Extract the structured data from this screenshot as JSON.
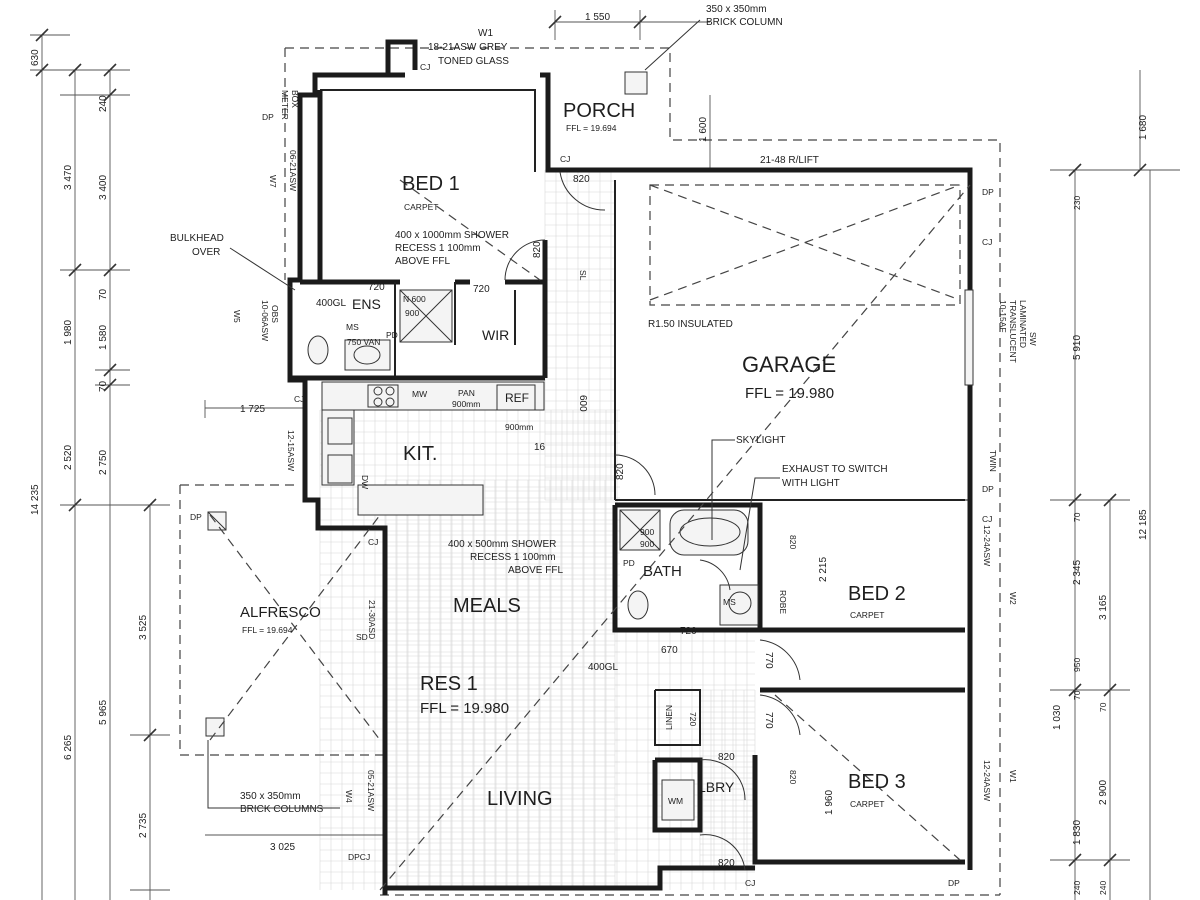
{
  "rooms": {
    "bed1": "BED 1",
    "bed1_floor": "CARPET",
    "porch": "PORCH",
    "porch_ffl": "FFL = 19.694",
    "garage": "GARAGE",
    "garage_ffl": "FFL = 19.980",
    "ens": "ENS",
    "wir": "WIR",
    "kit": "KIT.",
    "alfresco": "ALFRESCO",
    "alfresco_ffl": "FFL = 19.694",
    "meals": "MEALS",
    "res1": "RES 1",
    "res1_ffl": "FFL = 19.980",
    "living": "LIVING",
    "bath": "BATH",
    "bed2": "BED 2",
    "bed2_floor": "CARPET",
    "bed3": "BED 3",
    "bed3_floor": "CARPET",
    "lbry": "LBRY",
    "robe": "ROBE",
    "linen": "LINEN",
    "wm": "WM"
  },
  "notes": {
    "window_top_1": "W1",
    "window_top_2": "18-21ASW GREY",
    "window_top_3": "TONED GLASS",
    "brick_col_1": "350 x 350mm",
    "brick_col_2": "BRICK COLUMN",
    "bulkhead_1": "BULKHEAD",
    "bulkhead_2": "OVER",
    "shower1_1": "400 x 1000mm SHOWER",
    "shower1_2": "RECESS 1 100mm",
    "shower1_3": "ABOVE FFL",
    "insulated": "R1.50 INSULATED",
    "skylight": "SKYLIGHT",
    "exhaust_1": "EXHAUST TO SWITCH",
    "exhaust_2": "WITH LIGHT",
    "shower2_1": "400 x 500mm SHOWER",
    "shower2_2": "RECESS 1 100mm",
    "shower2_3": "ABOVE FFL",
    "brick_cols_1": "350 x 350mm",
    "brick_cols_2": "BRICK COLUMNS",
    "rlift": "21-48 R/LIFT",
    "meter_1": "METER",
    "meter_2": "BOX",
    "garage_win_1": "10-15AF",
    "garage_win_2": "TRANSLUCENT",
    "garage_win_3": "LAMINATED",
    "garage_win_4": "SW",
    "mw": "MW",
    "pan": "PAN",
    "pan_size": "900mm",
    "ref": "REF",
    "ref_size": "900mm",
    "dw": "DW",
    "van": "750 VAN",
    "dim_gl_1": "400GL",
    "dim_gl_2": "400GL",
    "ens_720": "720",
    "wir_720": "720",
    "d820a": "820",
    "d820b": "820",
    "d820c": "820",
    "d820d": "820",
    "d820e": "820",
    "d820f": "820",
    "d820g": "820",
    "d720c": "720",
    "d720d": "720",
    "d770a": "770",
    "d770b": "770",
    "d670": "670",
    "d600": "600",
    "d16": "16",
    "d2215": "2 215",
    "d1960": "1 960",
    "w_ens_1": "10-06ASW",
    "w_ens_2": "OBS",
    "w_bed1_1": "06-21ASW",
    "w_kit": "12-15ASW",
    "w_meals": "21-30ASD",
    "w_living": "05-21ASW",
    "w_bed2": "12-24ASW",
    "w_bed3": "12-24ASW",
    "w_w5": "W5",
    "w_w7": "W7",
    "w_w4": "W4",
    "w_w2": "W2",
    "w_w1": "W1",
    "dp1": "DP",
    "dp2": "DP",
    "dp3": "DP",
    "dp4": "DP",
    "dp5": "DP",
    "cj1": "CJ",
    "cj2": "CJ",
    "cj3": "CJ",
    "cj4": "CJ",
    "cj5": "CJ",
    "cj6": "CJ",
    "cj7": "CJ",
    "dpcj": "DPCJ",
    "pd1": "PD",
    "pd2": "PD",
    "sd": "SD",
    "sl": "SL",
    "ms_1": "MS",
    "ms_2": "MS",
    "twin": "TWIN",
    "shower1_size": "N 600",
    "shower1_size2": "900",
    "shower2_size": "900",
    "shower2_size2": "900"
  },
  "dims_left": [
    "630",
    "240",
    "3 470",
    "3 400",
    "1 980",
    "1 580",
    "70",
    "70",
    "2 520",
    "2 750",
    "14 235",
    "3 525",
    "6 265",
    "5 965",
    "2 735"
  ],
  "dims_top": [
    "1 550",
    "1 600"
  ],
  "dims_mid": [
    "1 725",
    "3 025"
  ],
  "dims_right": [
    "1 680",
    "230",
    "5 910",
    "12 185",
    "70",
    "2 345",
    "3 165",
    "950",
    "70",
    "1 030",
    "70",
    "2 900",
    "1 830",
    "240",
    "240"
  ]
}
